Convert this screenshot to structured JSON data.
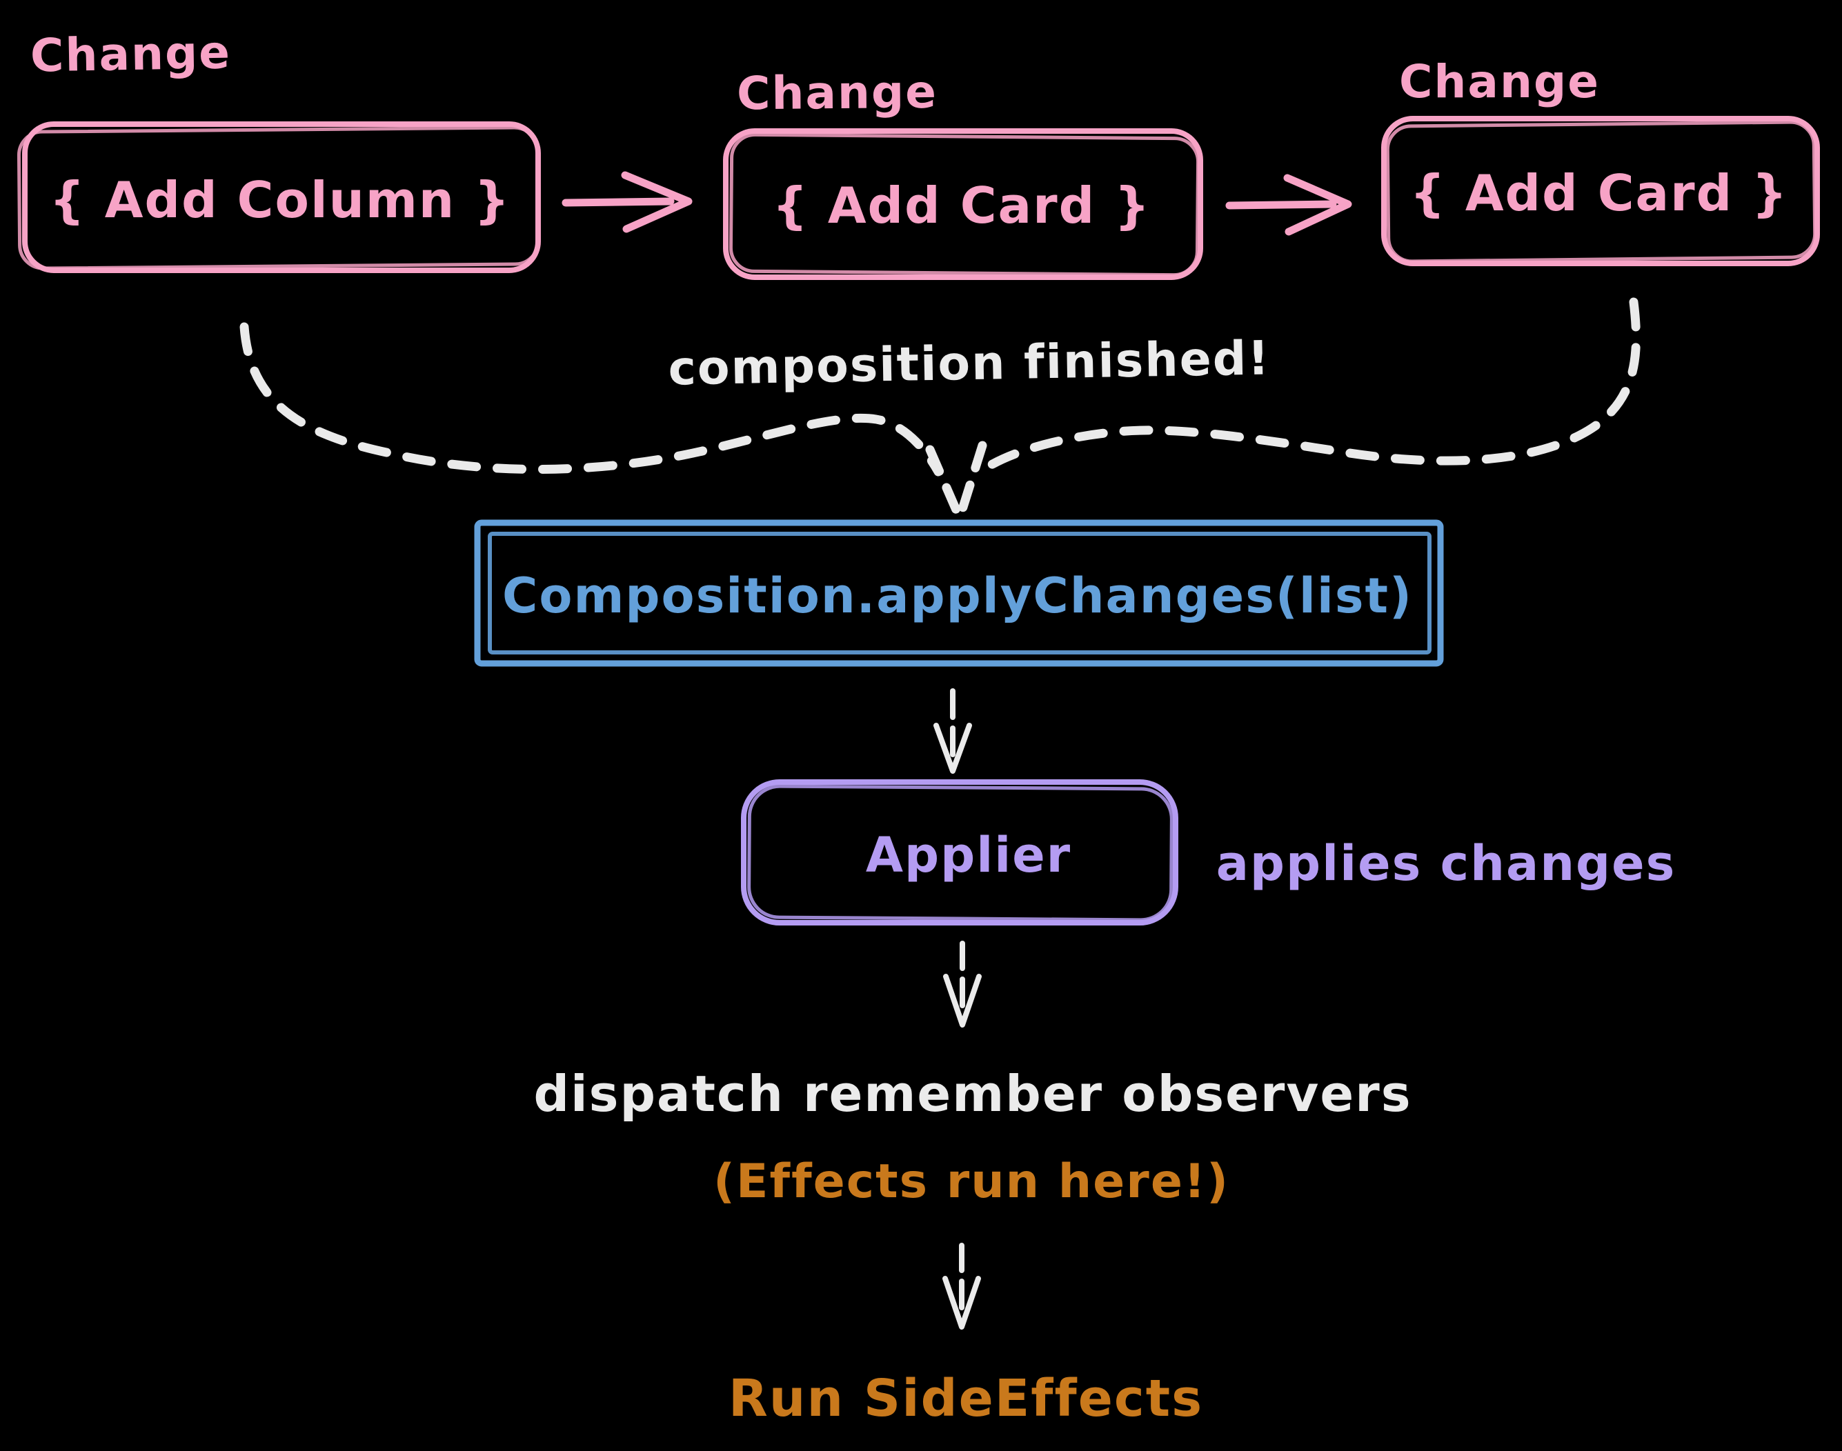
{
  "diagram": {
    "background_color": "#000000",
    "colors": {
      "pink": "#f7a3c6",
      "blue": "#63a0da",
      "purple": "#b49cf2",
      "orange": "#c9791c",
      "white": "#ebebeb"
    },
    "changes": [
      {
        "label": "Change",
        "value": "{ Add Column }"
      },
      {
        "label": "Change",
        "value": "{ Add Card }"
      },
      {
        "label": "Change",
        "value": "{ Add Card }"
      }
    ],
    "composition_note": "composition finished!",
    "apply_box_text": "Composition.applyChanges(list)",
    "applier_box_text": "Applier",
    "applier_note": "applies changes",
    "dispatch_text": "dispatch remember observers",
    "effects_note": "(Effects run here!)",
    "run_side_effects": "Run SideEffects"
  }
}
